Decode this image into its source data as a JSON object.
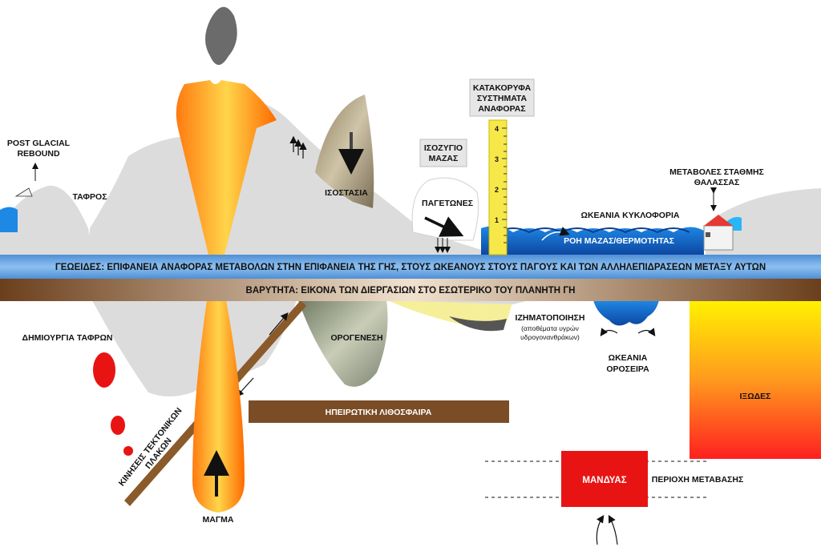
{
  "labels": {
    "post_glacial_line1": "POST GLACIAL",
    "post_glacial_line2": "REBOUND",
    "tafros": "ΤΑΦΡΟΣ",
    "isostasia": "ΙΣΟΣΤΑΣΙΑ",
    "isozygio_line1": "ΙΣΟΖΥΓΙΟ",
    "isozygio_line2": "ΜΑΖΑΣ",
    "kataklyfa_line1": "ΚΑΤΑΚΟΡΥΦΑ",
    "kataklyfa_line2": "ΣΥΣΤΗΜΑΤΑ",
    "kataklyfa_line3": "ΑΝΑΦΟΡΑΣ",
    "pagetones": "ΠΑΓΕΤΩΝΕΣ",
    "okeania_kykloforia": "ΩΚΕΑΝΙΑ ΚΥΚΛΟΦΟΡΙΑ",
    "roi_mazas": "ΡΟΗ ΜΑΖΑΣ/ΘΕΡΜΟΤΗΤΑΣ",
    "metavoles_line1": "ΜΕΤΑΒΟΛΕΣ ΣΤΑΘΜΗΣ",
    "metavoles_line2": "ΘΑΛΑΣΣΑΣ",
    "geoeides": "ΓΕΩΕΙΔΕΣ: ΕΠΙΦΑΝΕΙΑ ΑΝΑΦΟΡΑΣ ΜΕΤΑΒΟΛΩΝ ΣΤΗΝ ΕΠΙΦΑΝΕΙΑ ΤΗΣ ΓΗΣ, ΣΤΟΥΣ ΩΚΕΑΝΟΥΣ ΣΤΟΥΣ ΠΑΓΟΥΣ ΚΑΙ ΤΩΝ ΑΛΛΗΛΕΠΙΔΡΑΣΕΩΝ ΜΕΤΑΞΥ ΑΥΤΩΝ",
    "varytita": "ΒΑΡΥΤΗΤΑ: ΕΙΚΟΝΑ ΤΩΝ ΔΙΕΡΓΑΣΙΩΝ ΣΤΟ ΕΣΩΤΕΡΙΚΟ ΤΟΥ ΠΛΑΝΗΤΗ ΓΗ",
    "dimiourgia_tafron": "ΔΗΜΙΟΥΡΓΙΑ ΤΑΦΡΩΝ",
    "orogenesi": "ΟΡΟΓΕΝΕΣΗ",
    "izimatopoiisi_line1": "ΙΖΗΜΑΤΟΠΟΙΗΣΗ",
    "izimatopoiisi_line2": "(αποθέματα υγρών",
    "izimatopoiisi_line3": "υδρογονανθράκων)",
    "okeania_oroseira_line1": "ΩΚΕΑΝΙΑ",
    "okeania_oroseira_line2": "ΟΡΟΣΕΙΡΑ",
    "ipeirotiki": "ΗΠΕΙΡΩΤΙΚΗ ΛΙΘΟΣΦΑΙΡΑ",
    "kiniseis_line1": "ΚΙΝΗΣΕΙΣ ΤΕΚΤΟΝΙΚΩΝ",
    "kiniseis_line2": "ΠΛΑΚΩΝ",
    "ixodes": "ΙΞΩΔΕΣ",
    "mandyas": "ΜΑΝΔΥΑΣ",
    "periochi_metavasis": "ΠΕΡΙΟΧΗ ΜΕΤΑΒΑΣΗΣ",
    "magma": "ΜΑΓΜΑ"
  },
  "ruler": {
    "ticks": [
      "1",
      "2",
      "3",
      "4"
    ]
  },
  "colors": {
    "geoid_band": "#6aa9e6",
    "gravity_band": "#7a4a22",
    "terrain": "#dcdcdc",
    "ocean": "#1565c0",
    "magma": "#ff6a00",
    "mantle_box": "#e8141c",
    "lithosphere_bar": "#7a4d26",
    "ruler": "#f7e84a"
  }
}
